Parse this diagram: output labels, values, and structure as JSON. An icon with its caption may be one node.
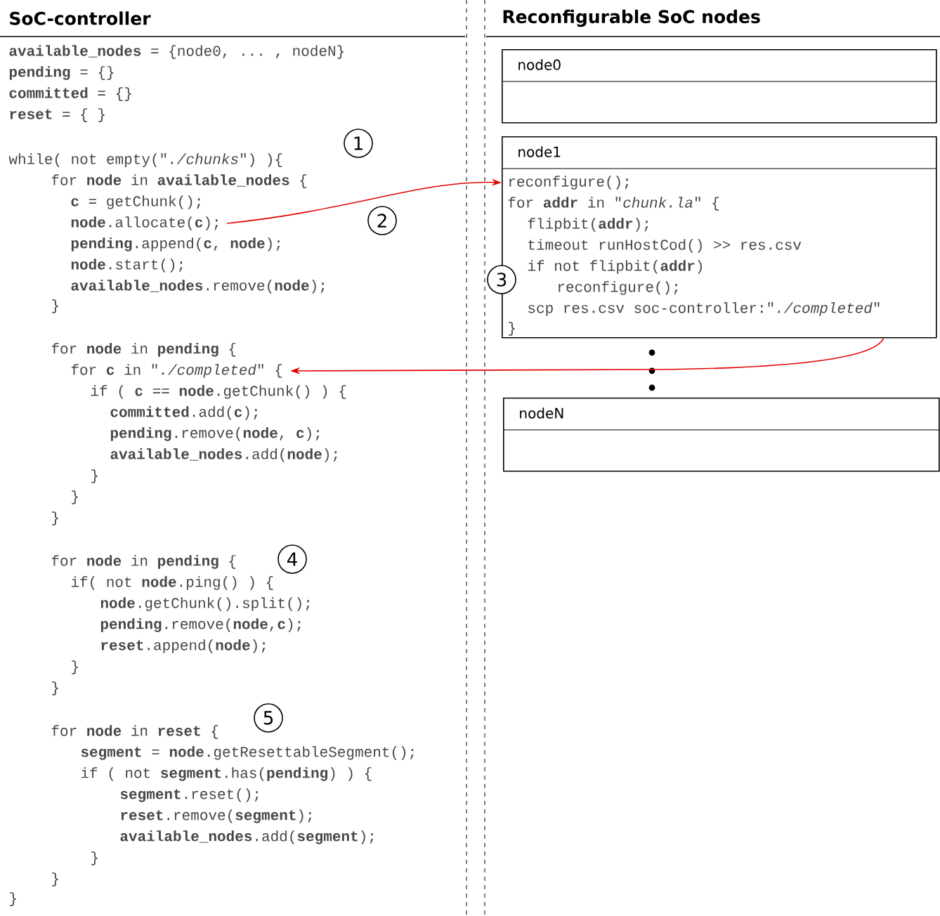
{
  "diagram": {
    "nodes": [
      {
        "text": [
          "**node**.allocate(**c**);"
        ]
      },
      {
        "text": [
          "for **c** in \"*./completed*\" {"
        ]
      },
      {
        "text": [
          "node0"
        ]
      },
      {
        "text": [
          "node1",
          "reconfigure();",
          "for **addr** in \"*chunk.la*\" {",
          "flipbit(**addr**);",
          "timeout runHostCod() >> res.csv",
          "if not flipbit(**addr**)",
          "reconfigure();",
          "scp res.csv soc-controller:\"*./completed*\"",
          "}"
        ]
      },
      {
        "text": [
          "nodeN"
        ]
      }
    ],
    "edges": [
      {
        "from": 0,
        "to": 3,
        "arrow": "to"
      },
      {
        "from": 3,
        "to": 1,
        "arrow": "to"
      }
    ],
    "labels": [
      "SoC-controller",
      "Reconfigurable SoC nodes",
      "**available_nodes** = {node0, ... , nodeN}",
      "**pending** = {}",
      "**committed** = {}",
      "**reset** = { }",
      "1",
      "while( not empty(\"*./chunks*\") ){",
      "for **node** in **available_nodes** {",
      "**c** = getChunk();",
      "2",
      "**pending**.append(**c**, **node**);",
      "**node**.start();",
      "**available_nodes**.remove(**node**);",
      "}",
      "3",
      "for **node** in **pending** {",
      "if ( **c** == **node**.getChunk() ) {",
      "**committed**.add(**c**);",
      "**pending**.remove(**node**, **c**);",
      "**available_nodes**.add(**node**);",
      "}",
      "}",
      "}",
      "4",
      "for **node** in **pending** {",
      "if( not **node**.ping() ) {",
      "**node**.getChunk().split();",
      "**pending**.remove(**node**,**c**);",
      "**reset**.append(**node**);",
      "}",
      "}",
      "5",
      "for **node** in **reset** {",
      "**segment** = **node**.getResettableSegment();",
      "if ( not **segment**.has(**pending**) ) {",
      "**segment**.reset();",
      "**reset**.remove(**segment**);",
      "**available_nodes**.add(**segment**);",
      "}",
      "}",
      "}"
    ]
  }
}
